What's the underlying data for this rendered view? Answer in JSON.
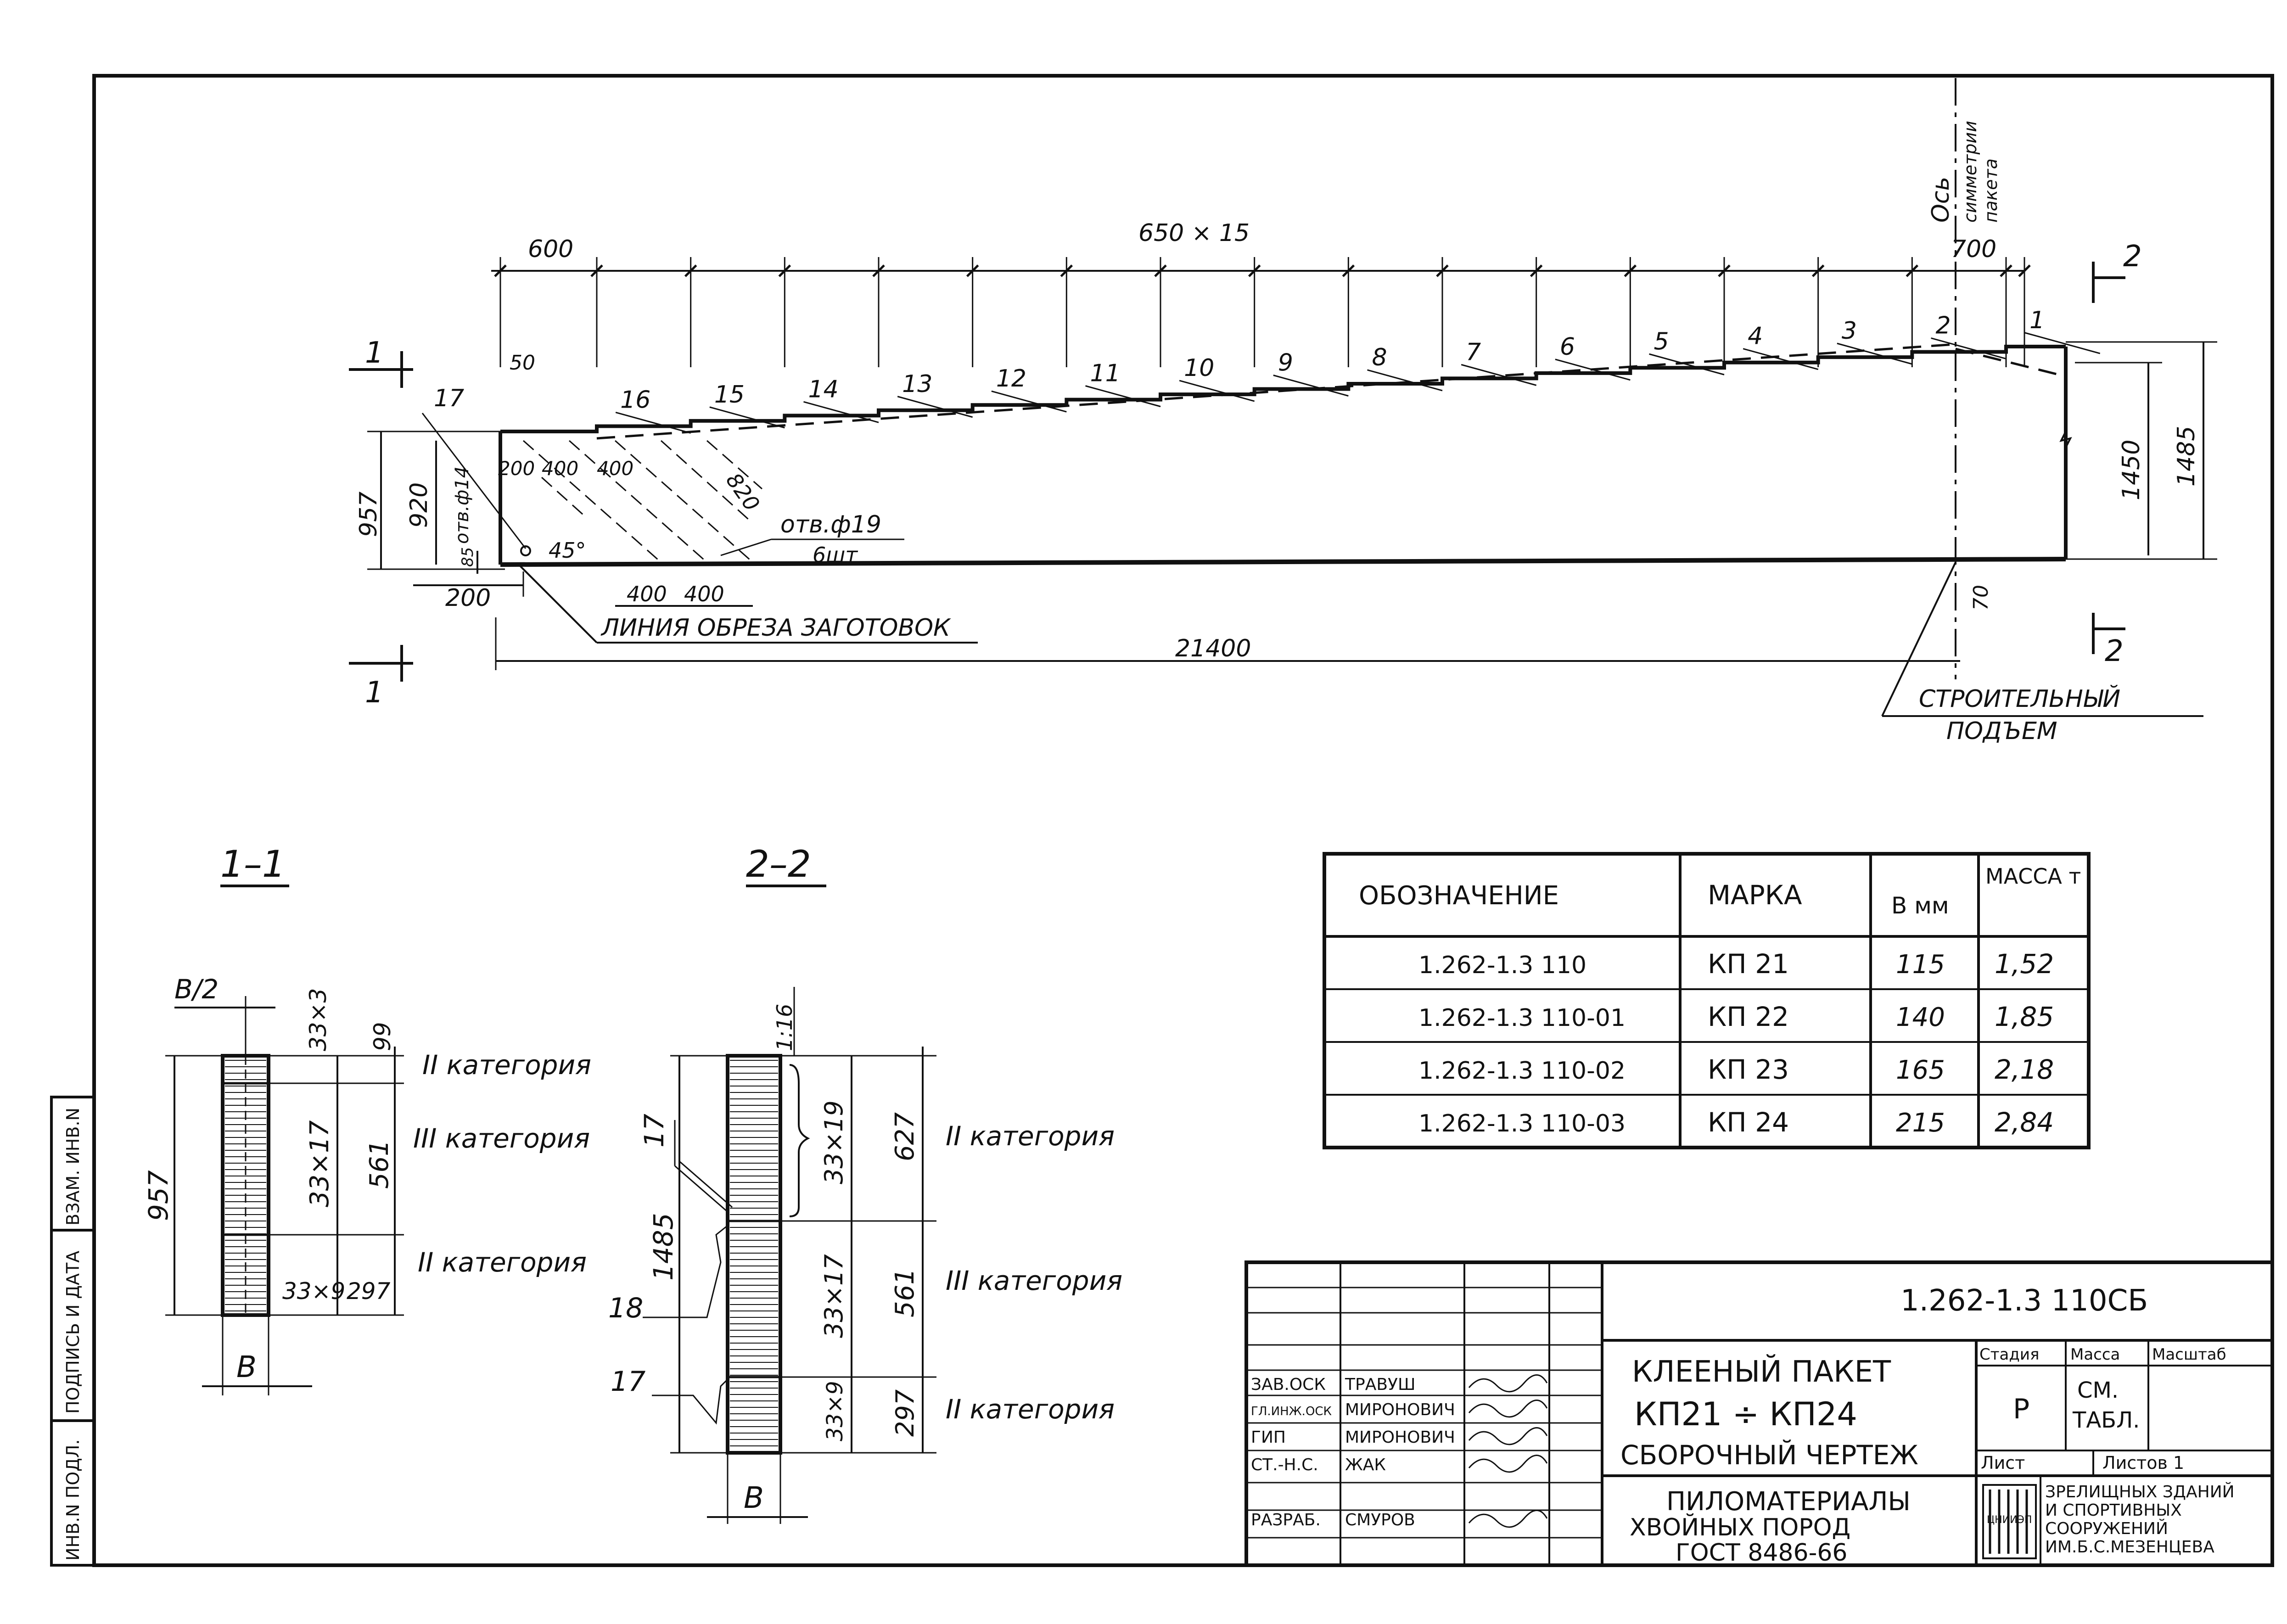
{
  "drawing": {
    "axis_label_line1": "Ось",
    "axis_label_line2": "симметрии",
    "axis_label_line3": "пакета",
    "dims": {
      "top_600": "600",
      "top_650x15": "650 × 15",
      "top_700": "700",
      "d50": "50",
      "d957": "957",
      "d920": "920",
      "hole14": "отв.ф14",
      "d85": "85",
      "d200": "200",
      "d200b": "200",
      "d400a": "400",
      "d400b": "400",
      "d400c": "400",
      "d400d": "400",
      "d820": "820",
      "hole19": "отв.ф19",
      "hole19count": "6шт",
      "angle45": "45°",
      "d1450": "1450",
      "d1485": "1485",
      "d70": "70",
      "d21400": "21400"
    },
    "cut_line_label": "ЛИНИЯ ОБРЕЗА ЗАГОТОВОК",
    "camber_line1": "СТРОИТЕЛЬНЫЙ",
    "camber_line2": "ПОДЪЕМ",
    "section1_mark": "1",
    "section2_mark": "2",
    "steps": [
      "1",
      "2",
      "3",
      "4",
      "5",
      "6",
      "7",
      "8",
      "9",
      "10",
      "11",
      "12",
      "13",
      "14",
      "15",
      "16",
      "17"
    ]
  },
  "section_1_1": {
    "title": "1–1",
    "half_b": "В/2",
    "b": "В",
    "h957": "957",
    "rows": [
      {
        "layers": "33×3",
        "size": "99",
        "category": "II категория"
      },
      {
        "layers": "33×17",
        "size": "561",
        "category": "III категория"
      },
      {
        "layers": "33×9",
        "size": "297",
        "category": "II категория"
      }
    ]
  },
  "section_2_2": {
    "title": "2–2",
    "slope": "1:16",
    "b": "В",
    "h1485": "1485",
    "pos17a": "17",
    "pos18": "18",
    "pos17b": "17",
    "rows": [
      {
        "layers": "33×19",
        "size": "627",
        "category": "II категория"
      },
      {
        "layers": "33×17",
        "size": "561",
        "category": "III категория"
      },
      {
        "layers": "33×9",
        "size": "297",
        "category": "II категория"
      }
    ]
  },
  "table": {
    "headers": [
      "ОБОЗНАЧЕНИЕ",
      "МАРКА",
      "В мм",
      "МАССА т"
    ],
    "rows": [
      [
        "1.262-1.3 110",
        "КП 21",
        "115",
        "1,52"
      ],
      [
        "1.262-1.3 110-01",
        "КП 22",
        "140",
        "1,85"
      ],
      [
        "1.262-1.3 110-02",
        "КП 23",
        "165",
        "2,18"
      ],
      [
        "1.262-1.3 110-03",
        "КП 24",
        "215",
        "2,84"
      ]
    ]
  },
  "title_block": {
    "code": "1.262-1.3 110СБ",
    "name_line1": "КЛЕЕНЫЙ ПАКЕТ",
    "name_line2": "КП21 ÷ КП24",
    "name_line3": "СБОРОЧНЫЙ ЧЕРТЕЖ",
    "material_line1": "ПИЛОМАТЕРИАЛЫ",
    "material_line2": "ХВОЙНЫХ ПОРОД",
    "material_line3": "ГОСТ 8486-66",
    "stage_h": "Стадия",
    "mass_h": "Масса",
    "scale_h": "Масштаб",
    "stage_v": "Р",
    "mass_v1": "СМ.",
    "mass_v2": "ТАБЛ.",
    "sheet_h": "Лист",
    "sheets_h": "Листов 1",
    "org_logo": "ЦНИИЭП",
    "org_line1": "ЗРЕЛИЩНЫХ ЗДАНИЙ",
    "org_line2": "И СПОРТИВНЫХ",
    "org_line3": "СООРУЖЕНИЙ",
    "org_line4": "ИМ.Б.С.МЕЗЕНЦЕВА",
    "signers": [
      {
        "role": "ЗАВ.ОСК",
        "name": "ТРАВУШ"
      },
      {
        "role": "ГЛ.ИНЖ.ОСК",
        "name": "МИРОНОВИЧ"
      },
      {
        "role": "ГИП",
        "name": "МИРОНОВИЧ"
      },
      {
        "role": "СТ.-Н.С.",
        "name": "ЖАК"
      },
      {
        "role": "",
        "name": ""
      },
      {
        "role": "РАЗРАБ.",
        "name": "СМУРОВ"
      }
    ]
  },
  "side_stamp": [
    "ИНВ.N ПОДЛ.",
    "ПОДПИСЬ И ДАТА",
    "ВЗАМ. ИНВ.N"
  ]
}
